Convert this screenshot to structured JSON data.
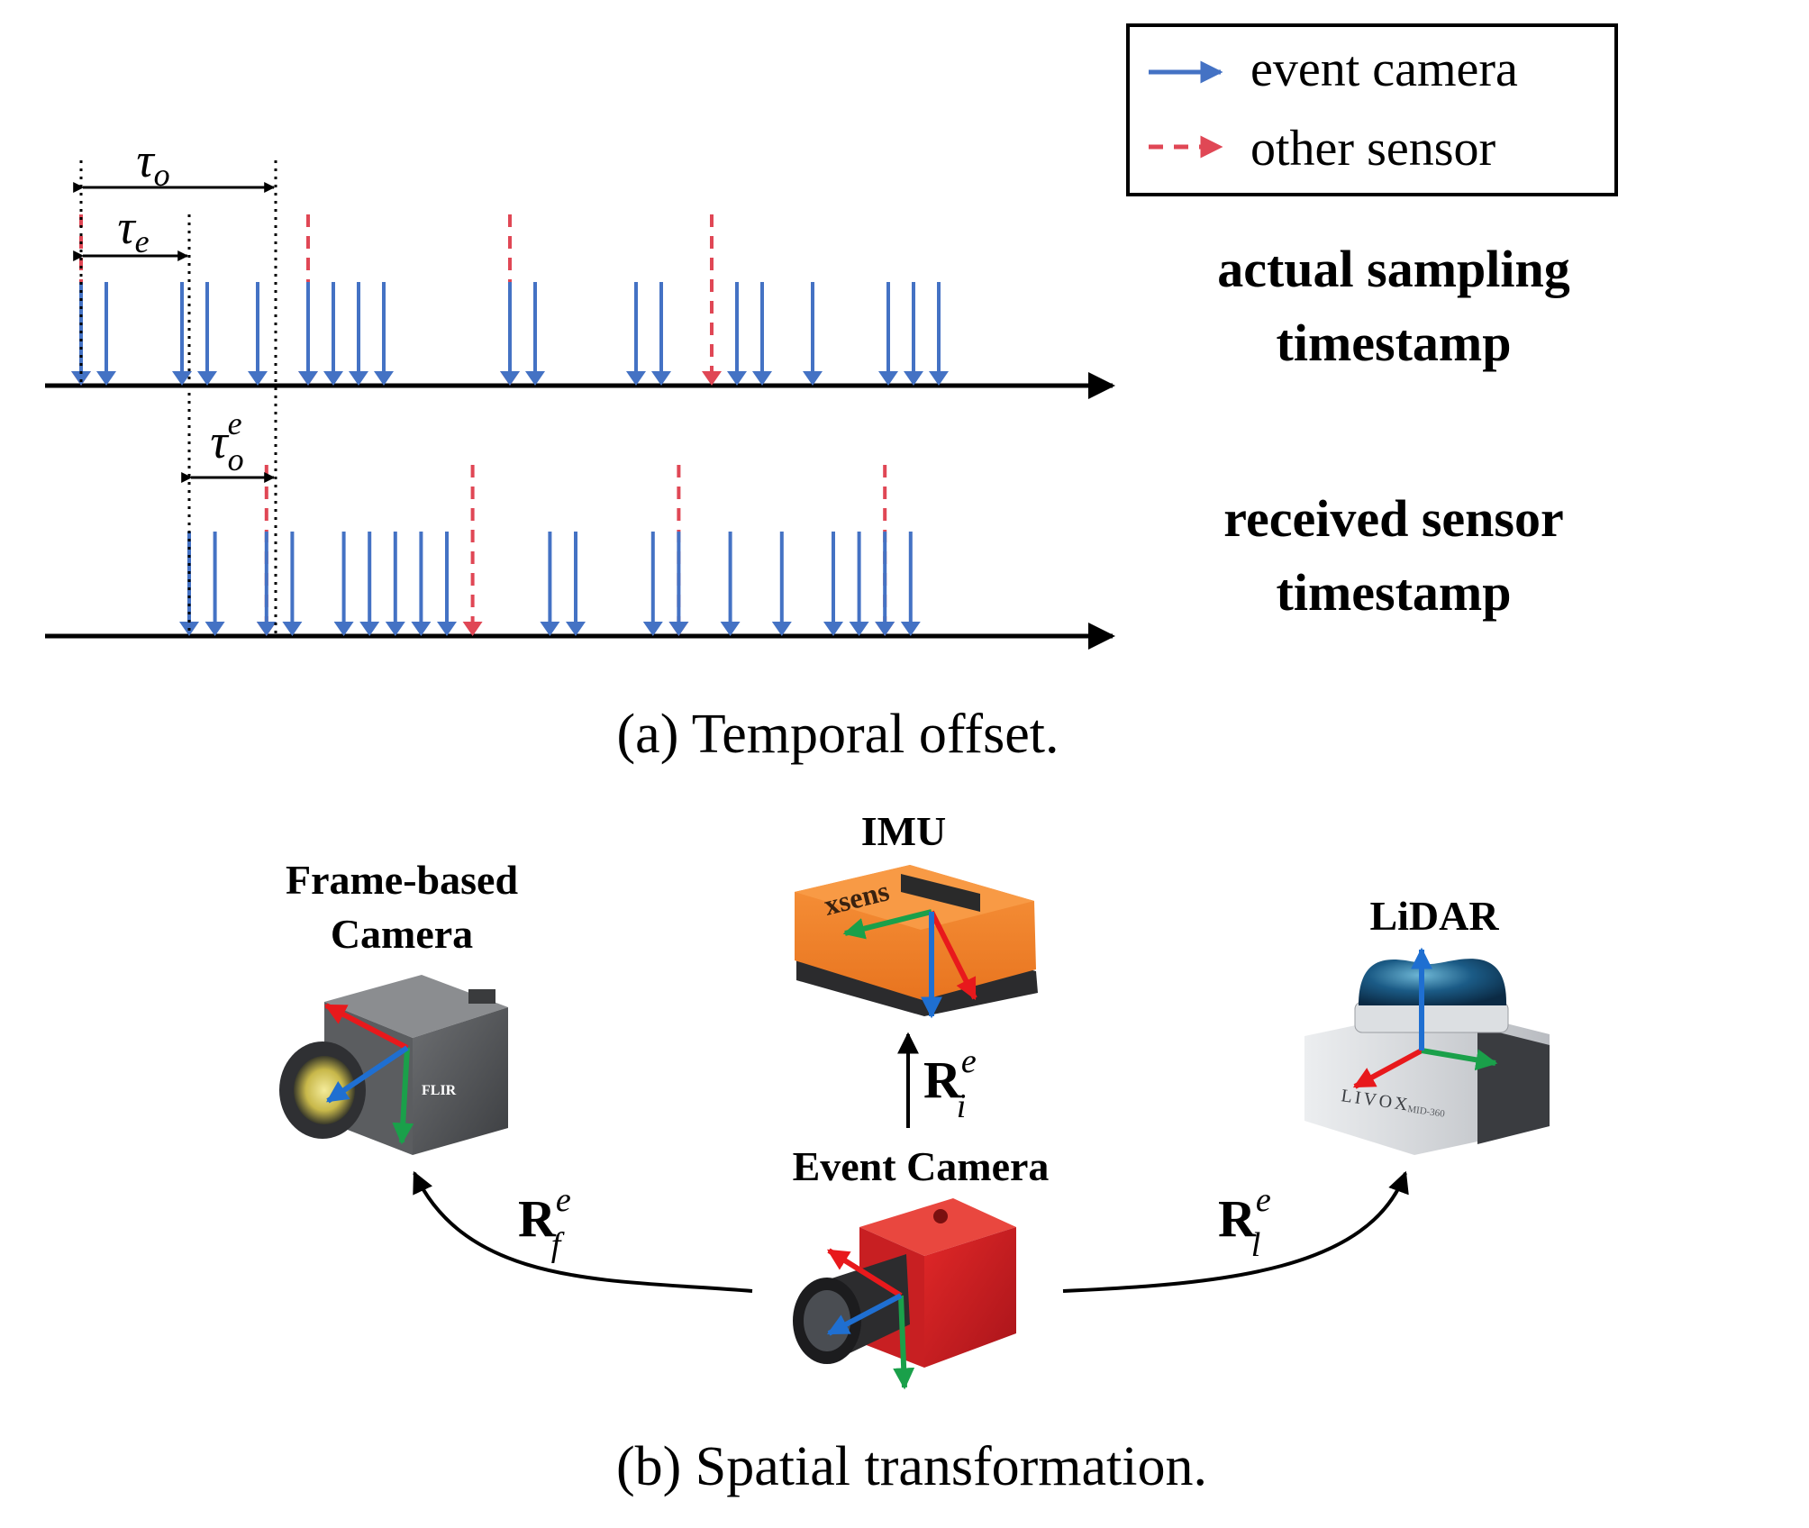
{
  "colors": {
    "event": "#4472c4",
    "other": "#e04755",
    "axis": "#000000",
    "rx": "#e8191c",
    "gy": "#1aa04a",
    "bz": "#1f6fd1"
  },
  "legend": {
    "event_label": "event camera",
    "other_label": "other sensor"
  },
  "timeline": {
    "row1_label_l1": "actual sampling",
    "row1_label_l2": "timestamp",
    "row2_label_l1": "received sensor",
    "row2_label_l2": "timestamp",
    "tau_o_base": "τ",
    "tau_o_sub": "o",
    "tau_e_base": "τ",
    "tau_e_sub": "e",
    "tau_oe_base": "τ",
    "tau_oe_sub": "o",
    "tau_oe_sup": "e",
    "row1_event_ticks": [
      0,
      1,
      4,
      5,
      7,
      9,
      10,
      11,
      12,
      17,
      18,
      22,
      23,
      26,
      27,
      29,
      32,
      33,
      34
    ],
    "row1_other_ticks": [
      0,
      9,
      17,
      25
    ],
    "row2_event_ticks": [
      0,
      1,
      3,
      4,
      6,
      7,
      8,
      9,
      10,
      14,
      15,
      18,
      19,
      21,
      23,
      25,
      26,
      27,
      28
    ],
    "row2_other_ticks": [
      3,
      11,
      19,
      27
    ],
    "caption": "(a) Temporal offset."
  },
  "spatial": {
    "frame_label_l1": "Frame-based",
    "frame_label_l2": "Camera",
    "imu_label": "IMU",
    "lidar_label": "LiDAR",
    "event_label": "Event Camera",
    "imu_brand": "xsens",
    "frame_brand": "FLIR",
    "lidar_brand": "LIVOX",
    "lidar_model": "MID-360",
    "r_f_base": "R",
    "r_f_sub": "f",
    "r_f_sup": "e",
    "r_i_base": "R",
    "r_i_sub": "i",
    "r_i_sup": "e",
    "r_l_base": "R",
    "r_l_sub": "l",
    "r_l_sup": "e",
    "caption": "(b) Spatial transformation."
  }
}
